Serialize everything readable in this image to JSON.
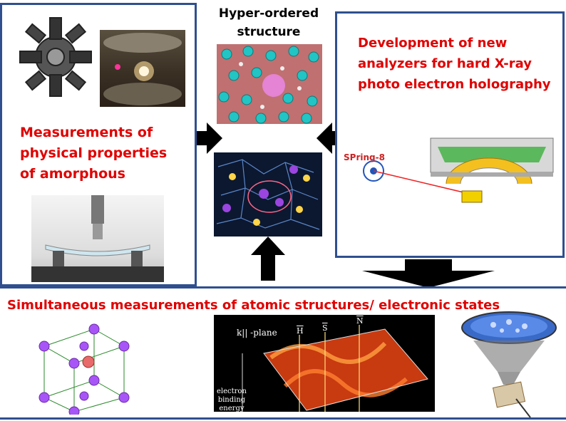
{
  "left_box": {
    "title_lines": [
      "Measurements of",
      "physical properties",
      "of amorphous"
    ]
  },
  "center": {
    "title_lines": [
      "Hyper-ordered",
      "structure"
    ]
  },
  "right_box": {
    "title_lines": [
      "Development of new",
      "analyzers for hard X-ray",
      "photo electron holography"
    ],
    "logo_text": "SPring-8"
  },
  "bottom": {
    "title": "Simultaneous measurements of atomic structures/ electronic states",
    "holo_labels": {
      "plane": "k|| -plane",
      "h": "H",
      "s": "S",
      "n": "N",
      "axis_lines": [
        "electron",
        "binding",
        "energy"
      ]
    }
  },
  "colors": {
    "accent_red": "#e00000",
    "frame_blue": "#2f4f8f"
  },
  "icons": [
    "arrow-right-icon",
    "arrow-left-icon",
    "arrow-up-icon",
    "arrow-down-icon"
  ]
}
